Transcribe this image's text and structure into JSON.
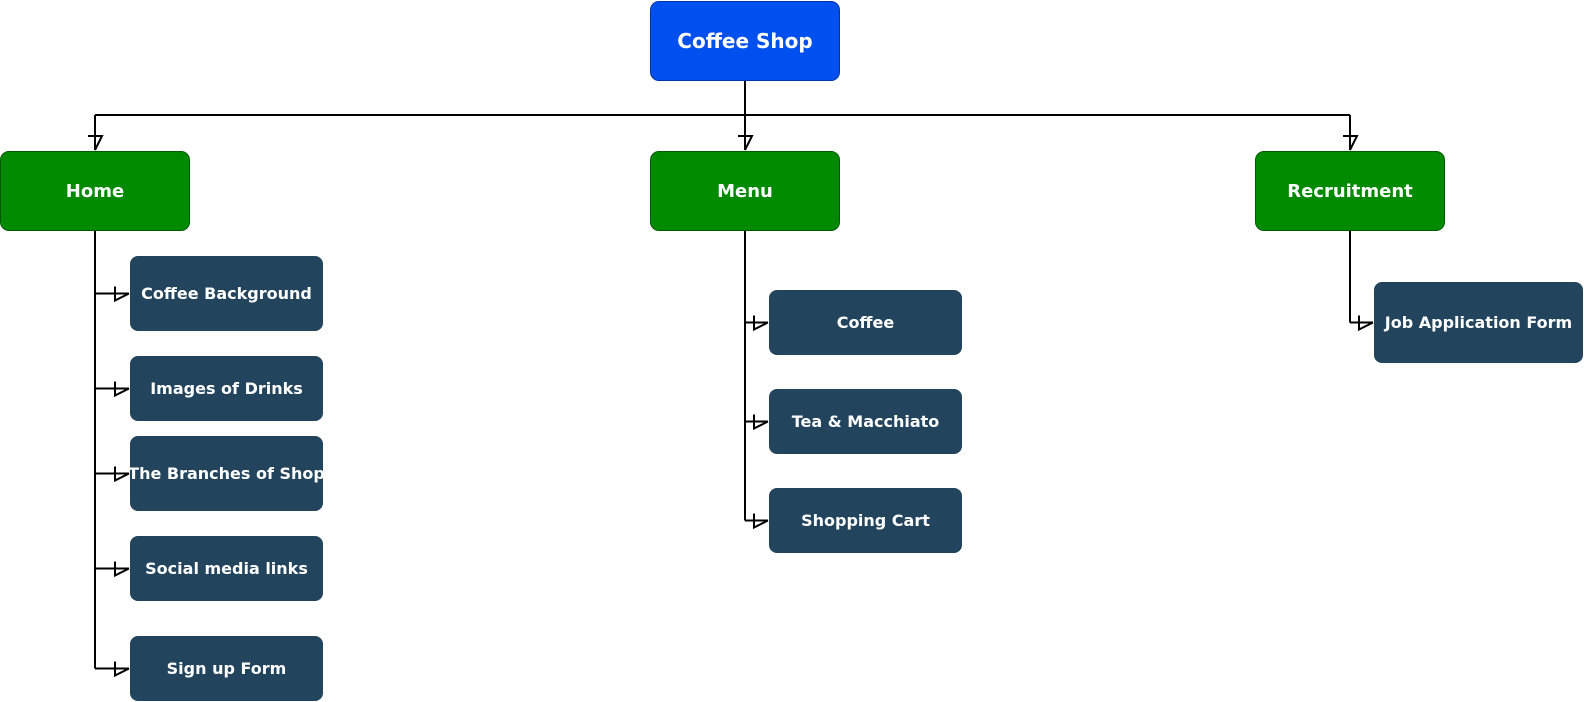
{
  "colors": {
    "root": "#0050ef",
    "section": "#008a00",
    "leaf": "#23445d",
    "connector": "#000000",
    "text": "#ffffff"
  },
  "root": {
    "label": "Coffee Shop"
  },
  "sections": [
    {
      "label": "Home",
      "items": [
        "Coffee Background",
        "Images of Drinks",
        "The Branches of Shop",
        "Social media links",
        "Sign up Form"
      ]
    },
    {
      "label": "Menu",
      "items": [
        "Coffee",
        "Tea & Macchiato",
        "Shopping Cart"
      ]
    },
    {
      "label": "Recruitment",
      "items": [
        "Job Application Form"
      ]
    }
  ]
}
